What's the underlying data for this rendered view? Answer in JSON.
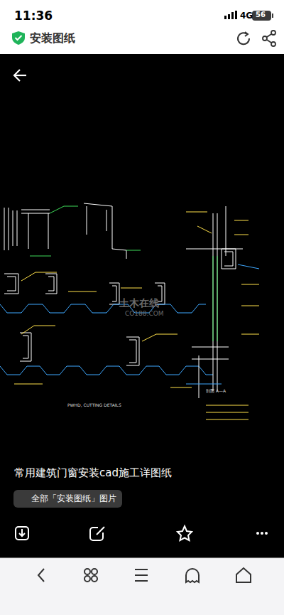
{
  "diagram": {
    "title": "安装图纸",
    "caption": "常用建筑门窗安装cad施工详图纸",
    "nodes": [
      {
        "text": [
          "全部「安装图纸」图片"
        ]
      }
    ],
    "labels": [
      "11:36",
      "4G",
      "56",
      "PWHD, CUTTING DETAILS",
      "剖面 A—A",
      "土木在线",
      "CO188.COM"
    ]
  }
}
